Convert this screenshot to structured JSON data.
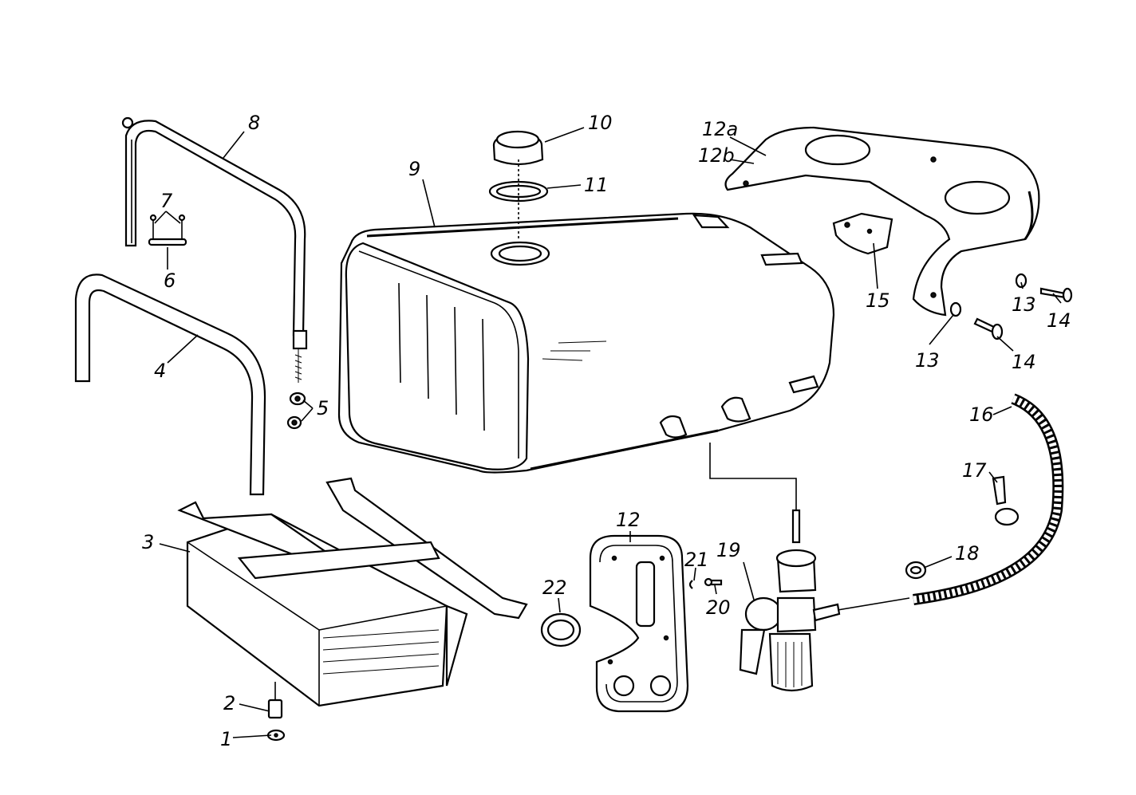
{
  "diagram": {
    "callouts": [
      {
        "id": "1",
        "text": "1"
      },
      {
        "id": "2",
        "text": "2"
      },
      {
        "id": "3",
        "text": "3"
      },
      {
        "id": "4",
        "text": "4"
      },
      {
        "id": "5",
        "text": "5"
      },
      {
        "id": "6",
        "text": "6"
      },
      {
        "id": "7",
        "text": "7"
      },
      {
        "id": "8",
        "text": "8"
      },
      {
        "id": "9",
        "text": "9"
      },
      {
        "id": "10",
        "text": "10"
      },
      {
        "id": "11",
        "text": "11"
      },
      {
        "id": "12a",
        "text": "12a"
      },
      {
        "id": "12b",
        "text": "12b"
      },
      {
        "id": "12",
        "text": "12"
      },
      {
        "id": "13a",
        "text": "13"
      },
      {
        "id": "13b",
        "text": "13"
      },
      {
        "id": "14a",
        "text": "14"
      },
      {
        "id": "14b",
        "text": "14"
      },
      {
        "id": "15",
        "text": "15"
      },
      {
        "id": "16",
        "text": "16"
      },
      {
        "id": "17",
        "text": "17"
      },
      {
        "id": "18",
        "text": "18"
      },
      {
        "id": "19",
        "text": "19"
      },
      {
        "id": "20",
        "text": "20"
      },
      {
        "id": "21",
        "text": "21"
      },
      {
        "id": "22",
        "text": "22"
      }
    ]
  }
}
